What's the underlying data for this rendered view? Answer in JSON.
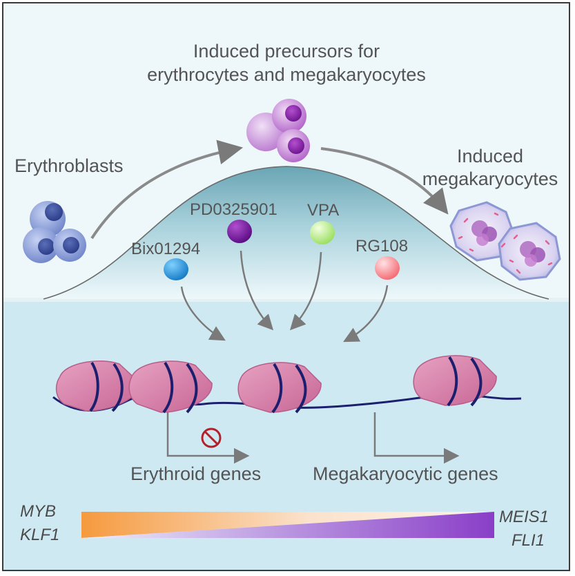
{
  "title": {
    "line1": "Induced precursors for",
    "line2": "erythrocytes and megakaryocytes"
  },
  "cells": {
    "left": "Erythroblasts",
    "right_line1": "Induced",
    "right_line2": "megakaryocytes"
  },
  "compounds": [
    {
      "name": "Bix01294",
      "color": "#1d8fd6"
    },
    {
      "name": "PD0325901",
      "color": "#7a1fa0"
    },
    {
      "name": "VPA",
      "color": "#b8f07c"
    },
    {
      "name": "RG108",
      "color": "#f6868c"
    }
  ],
  "genes": {
    "erythroid": "Erythroid genes",
    "megakaryocytic": "Megakaryocytic genes",
    "left_markers": [
      "MYB",
      "KLF1"
    ],
    "right_markers": [
      "MEIS1",
      "FLI1"
    ]
  },
  "colors": {
    "erythroid_gradient": "#f59a3e",
    "megakaryocytic_gradient": "#8a3ec8",
    "nucleosome": "#d47fa6",
    "dna": "#1c1f6e",
    "arrow": "#7a7a7a",
    "inhibit": "#b3202a"
  }
}
